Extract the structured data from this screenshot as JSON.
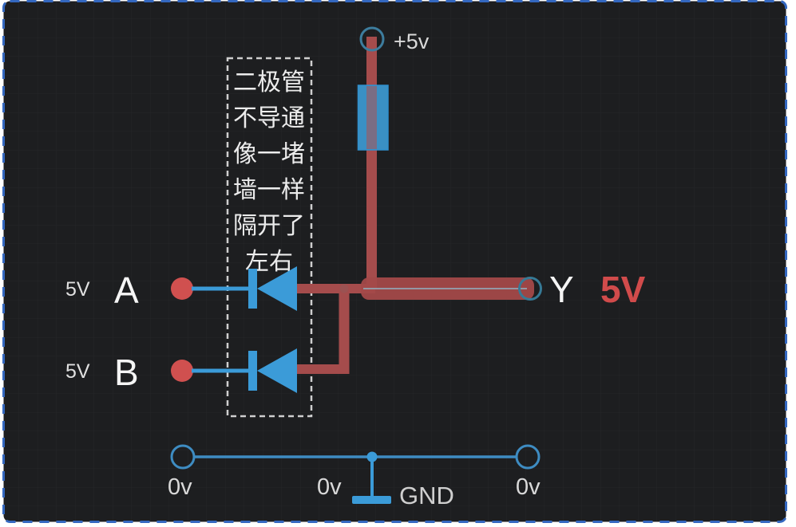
{
  "colors": {
    "panel_bg": "#1d1e20",
    "grid_line": "#27282b",
    "selection_border_blue": "#3468c0",
    "component_blue": "#3b9bd8",
    "ground_blue": "#3e8cc2",
    "terminal_stroke": "#3d7d9e",
    "wire_red": "#a54c4c",
    "node_red": "#d0504f",
    "hot_text_red": "#d14b4b",
    "label_gray": "#d9d9d9",
    "label_white": "#f2f2f2"
  },
  "power": {
    "label": "+5v"
  },
  "annotation": {
    "lines": [
      "二极管",
      "不导通",
      "像一堵",
      "墙一样",
      "隔开了",
      "左右"
    ]
  },
  "inputs": [
    {
      "voltage": "5V",
      "label": "A"
    },
    {
      "voltage": "5V",
      "label": "B"
    }
  ],
  "output": {
    "label": "Y",
    "value": "5V"
  },
  "ground": {
    "left": "0v",
    "mid": "0v",
    "right": "0v",
    "gnd": "GND"
  }
}
